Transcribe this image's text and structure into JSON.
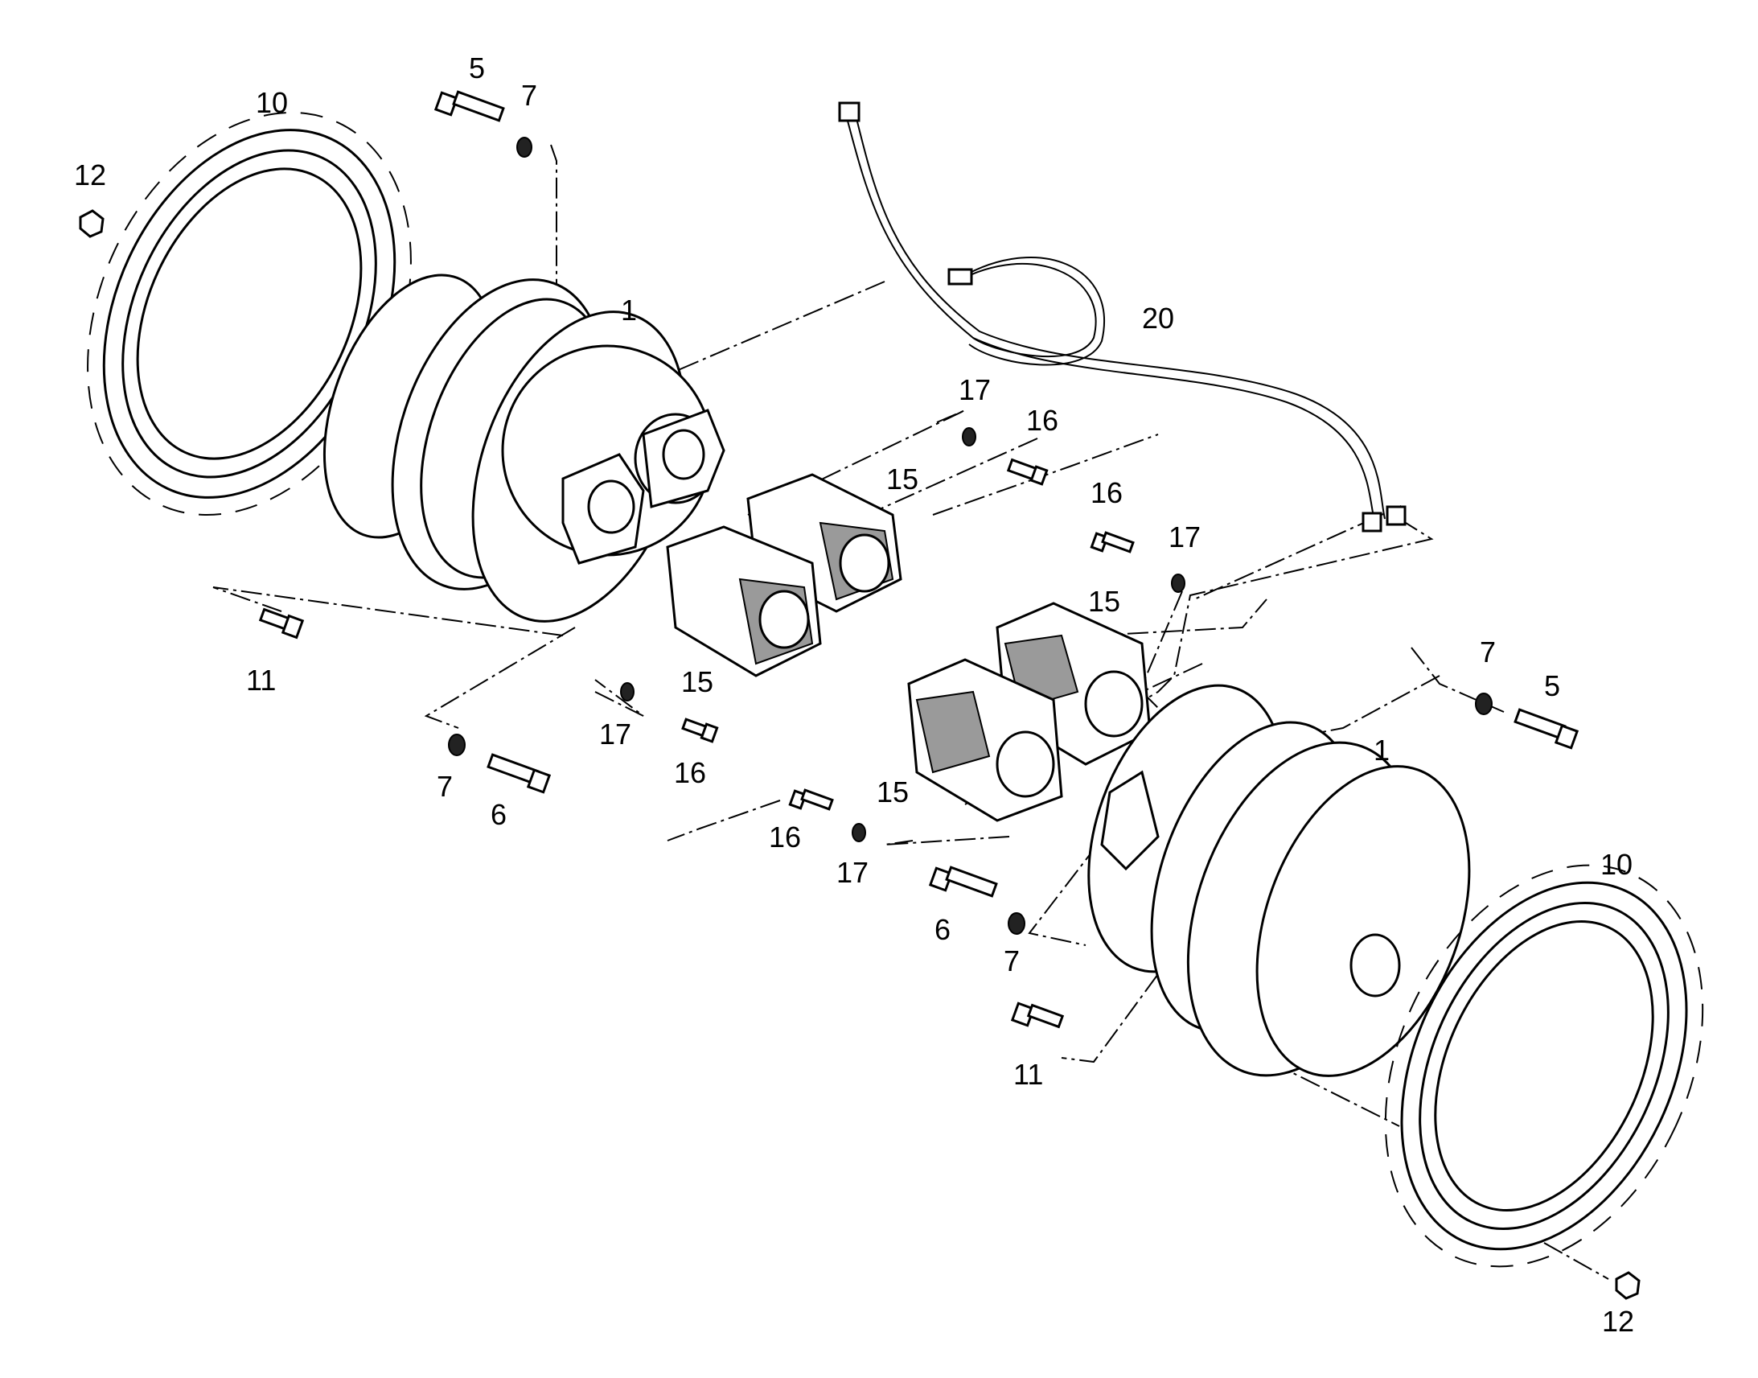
{
  "callouts": [
    {
      "label": "5"
    },
    {
      "label": "7"
    },
    {
      "label": "10"
    },
    {
      "label": "12"
    },
    {
      "label": "1"
    },
    {
      "label": "20"
    },
    {
      "label": "17"
    },
    {
      "label": "16"
    },
    {
      "label": "15"
    },
    {
      "label": "16"
    },
    {
      "label": "17"
    },
    {
      "label": "15"
    },
    {
      "label": "11"
    },
    {
      "label": "15"
    },
    {
      "label": "17"
    },
    {
      "label": "16"
    },
    {
      "label": "7"
    },
    {
      "label": "6"
    },
    {
      "label": "7"
    },
    {
      "label": "5"
    },
    {
      "label": "1"
    },
    {
      "label": "15"
    },
    {
      "label": "16"
    },
    {
      "label": "17"
    },
    {
      "label": "10"
    },
    {
      "label": "6"
    },
    {
      "label": "7"
    },
    {
      "label": "11"
    },
    {
      "label": "12"
    }
  ]
}
